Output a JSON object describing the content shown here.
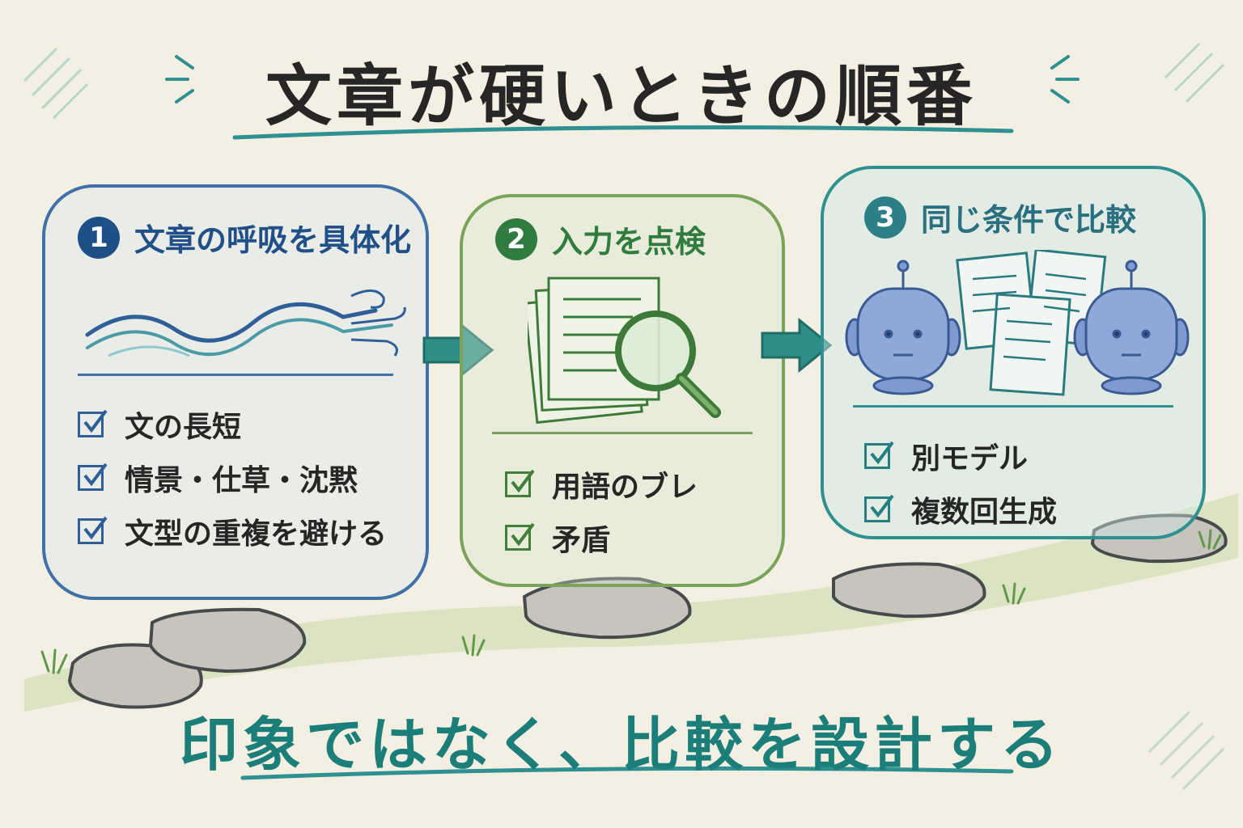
{
  "title": "文章が硬いときの順番",
  "footer": "印象ではなく、比較を設計する",
  "colors": {
    "step1": "#3f70a8",
    "step2": "#7aa35a",
    "step3": "#2e9090",
    "footer_text": "#1b7e78",
    "background": "#f3efe2"
  },
  "steps": [
    {
      "number": "1",
      "title": "文章の呼吸を具体化",
      "icon": "wind-waves-icon",
      "items": [
        "文の長短",
        "情景・仕草・沈黙",
        "文型の重複を避ける"
      ]
    },
    {
      "number": "2",
      "title": "入力を点検",
      "icon": "documents-magnifier-icon",
      "items": [
        "用語のブレ",
        "矛盾"
      ]
    },
    {
      "number": "3",
      "title": "同じ条件で比較",
      "icon": "robots-comparing-documents-icon",
      "items": [
        "別モデル",
        "複数回生成"
      ]
    }
  ]
}
